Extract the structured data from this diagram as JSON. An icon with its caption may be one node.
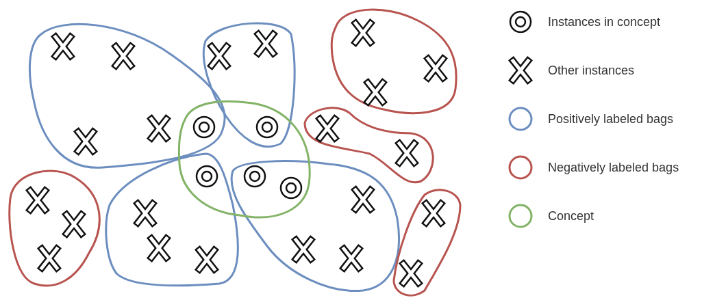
{
  "diagram": {
    "legend": [
      {
        "text": "Instances in concept"
      },
      {
        "text": "Other instances"
      },
      {
        "text": "Positively labeled bags",
        "color": "#6c8ebf"
      },
      {
        "text": "Negatively labeled bags",
        "color": "#b85450"
      },
      {
        "text": "Concept",
        "color": "#82b366"
      }
    ]
  }
}
